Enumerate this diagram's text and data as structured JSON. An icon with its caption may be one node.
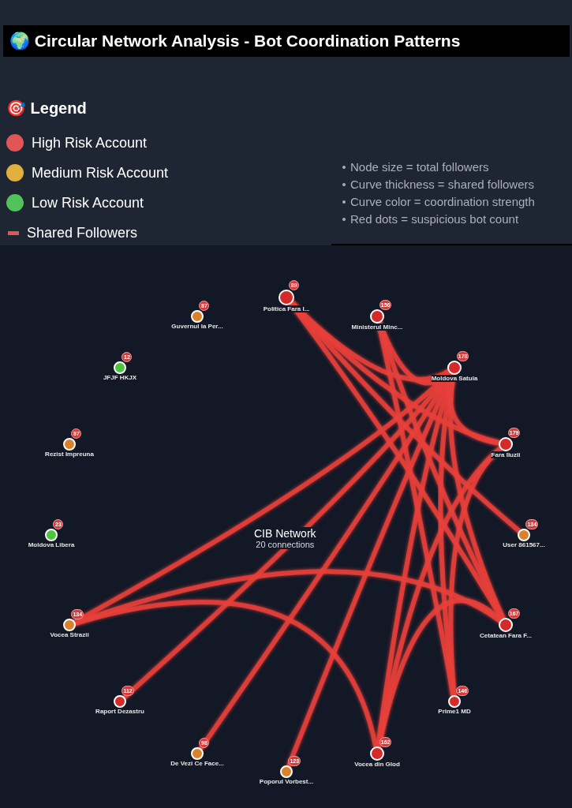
{
  "diagram": {
    "title": "🌍 Circular Network Analysis - Bot Coordination Patterns",
    "nodes": [
      {
        "text": [
          "89",
          "Politica Fara I..."
        ]
      },
      {
        "text": [
          "87",
          "Guvernul la Per..."
        ]
      },
      {
        "text": [
          "156",
          "Ministerul Minc..."
        ]
      },
      {
        "text": [
          "12",
          "JFJF HKJX"
        ]
      },
      {
        "text": [
          "178",
          "Moldova Satula"
        ]
      },
      {
        "text": [
          "87",
          "Rezist Impreuna"
        ]
      },
      {
        "text": [
          "179",
          "Fara Iluzii"
        ]
      },
      {
        "text": [
          "23",
          "Moldova Libera"
        ]
      },
      {
        "text": [
          "134",
          "User 861567..."
        ]
      },
      {
        "text": [
          "134",
          "Vocea Strazii"
        ]
      },
      {
        "text": [
          "167",
          "Cetatean Fara F..."
        ]
      },
      {
        "text": [
          "112",
          "Raport Dezastru"
        ]
      },
      {
        "text": [
          "146",
          "Prime1 MD"
        ]
      },
      {
        "text": [
          "98",
          "De Vezi Ce Face..."
        ]
      },
      {
        "text": [
          "123",
          "Poporul Vorbest..."
        ]
      },
      {
        "text": [
          "162",
          "Vocea din Glod"
        ]
      }
    ],
    "edges": [
      {
        "from": 0,
        "to": 4,
        "arrow": "none"
      },
      {
        "from": 0,
        "to": 6,
        "arrow": "none"
      },
      {
        "from": 2,
        "to": 4,
        "arrow": "none"
      },
      {
        "from": 2,
        "to": 12,
        "arrow": "none"
      },
      {
        "from": 4,
        "to": 9,
        "arrow": "none"
      },
      {
        "from": 4,
        "to": 11,
        "arrow": "none"
      },
      {
        "from": 4,
        "to": 13,
        "arrow": "none"
      },
      {
        "from": 4,
        "to": 14,
        "arrow": "none"
      },
      {
        "from": 4,
        "to": 15,
        "arrow": "none"
      },
      {
        "from": 4,
        "to": 12,
        "arrow": "none"
      },
      {
        "from": 4,
        "to": 10,
        "arrow": "none"
      },
      {
        "from": 4,
        "to": 6,
        "arrow": "none"
      },
      {
        "from": 0,
        "to": 8,
        "arrow": "none"
      },
      {
        "from": 6,
        "to": 15,
        "arrow": "none"
      },
      {
        "from": 6,
        "to": 12,
        "arrow": "none"
      },
      {
        "from": 9,
        "to": 10,
        "arrow": "none"
      },
      {
        "from": 9,
        "to": 15,
        "arrow": "none"
      },
      {
        "from": 10,
        "to": 15,
        "arrow": "none"
      },
      {
        "from": 2,
        "to": 10,
        "arrow": "none"
      },
      {
        "from": 0,
        "to": 10,
        "arrow": "none"
      }
    ],
    "labels": [
      "🎯 Legend",
      "Node size = total followers",
      "Curve thickness = shared followers",
      "Curve color = coordination strength",
      "Red dots = suspicious bot count",
      "CIB Network",
      "20 connections"
    ],
    "legend": [
      {
        "text": "High Risk Account",
        "color": "#e05555"
      },
      {
        "text": "Medium Risk Account",
        "color": "#e0b03a"
      },
      {
        "text": "Low Risk Account",
        "color": "#52c25a"
      },
      {
        "text": "Shared Followers"
      }
    ]
  }
}
